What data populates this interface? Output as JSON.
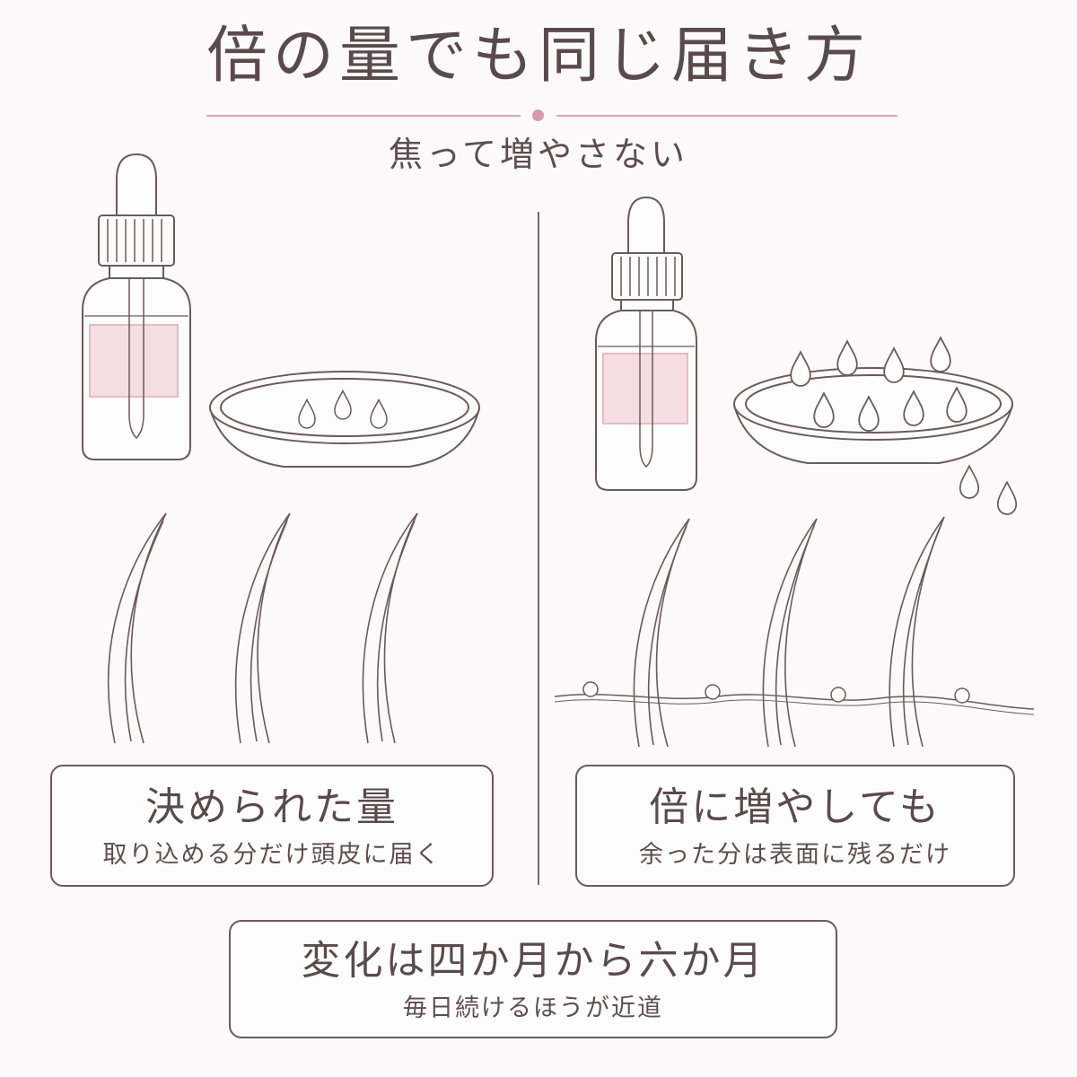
{
  "header": {
    "title": "倍の量でも同じ届き方",
    "subtitle": "焦って増やさない"
  },
  "left_panel": {
    "heading": "決められた量",
    "text": "取り込める分だけ頭皮に届く"
  },
  "right_panel": {
    "heading": "倍に増やしても",
    "text": "余った分は表面に残るだけ"
  },
  "footer": {
    "heading": "変化は四か月から六か月",
    "text": "毎日続けるほうが近道"
  },
  "colors": {
    "accent": "#d69aab",
    "label_pink": "#f6dde2",
    "line": "#6b5a5c"
  }
}
